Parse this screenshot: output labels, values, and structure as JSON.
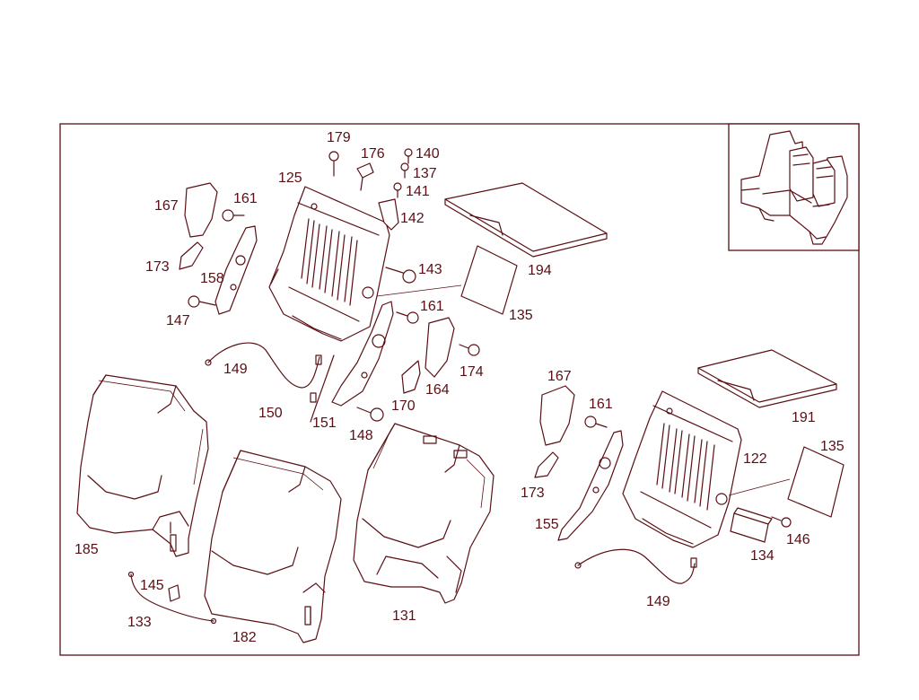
{
  "labels": {
    "l179": "179",
    "l176": "176",
    "l140": "140",
    "l137": "137",
    "l141": "141",
    "l142": "142",
    "l125": "125",
    "l167a": "167",
    "l161a": "161",
    "l173a": "173",
    "l158": "158",
    "l147": "147",
    "l143": "143",
    "l194": "194",
    "l135a": "135",
    "l161b": "161",
    "l174": "174",
    "l164": "164",
    "l149a": "149",
    "l150": "150",
    "l151": "151",
    "l148": "148",
    "l170": "170",
    "l167b": "167",
    "l161c": "161",
    "l191": "191",
    "l135b": "135",
    "l122": "122",
    "l173b": "173",
    "l155": "155",
    "l146": "146",
    "l134": "134",
    "l149b": "149",
    "l185": "185",
    "l145": "145",
    "l133": "133",
    "l182": "182",
    "l131": "131"
  }
}
